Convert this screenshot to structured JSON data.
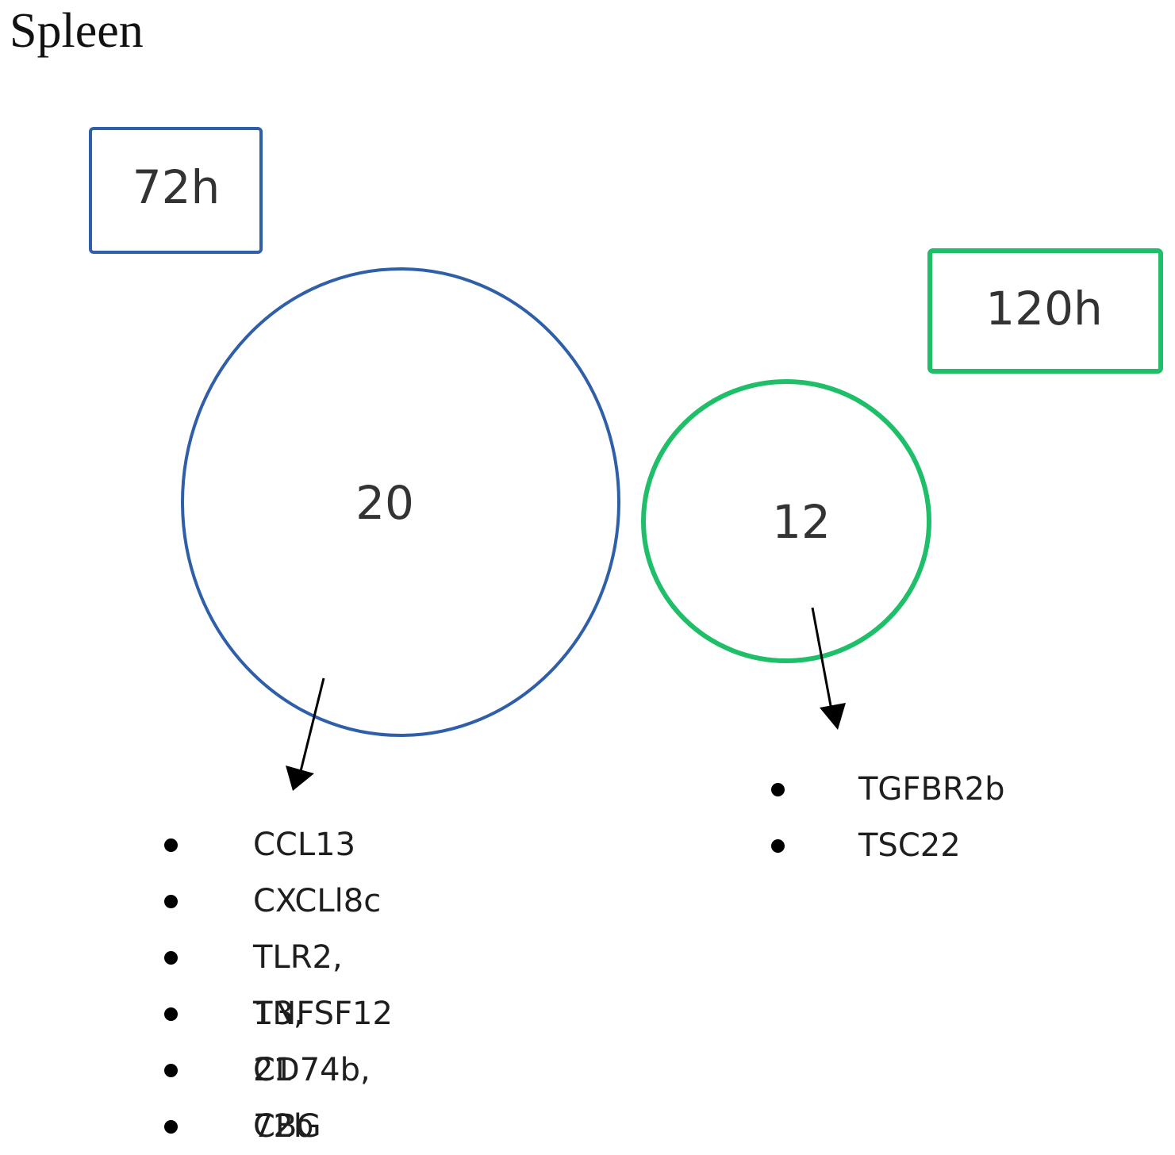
{
  "title": "Spleen",
  "groups": [
    {
      "label": "72h",
      "count": "20",
      "color": "#2f5fa8",
      "genes": [
        "CCL13",
        "CXCLl8c",
        "TLR2, 13, 21",
        "TNFSF12",
        "CD74b, 72b",
        "CBG"
      ]
    },
    {
      "label": "120h",
      "count": "12",
      "color": "#1fbf6a",
      "genes": [
        "TGFBR2b",
        "TSC22"
      ]
    }
  ]
}
